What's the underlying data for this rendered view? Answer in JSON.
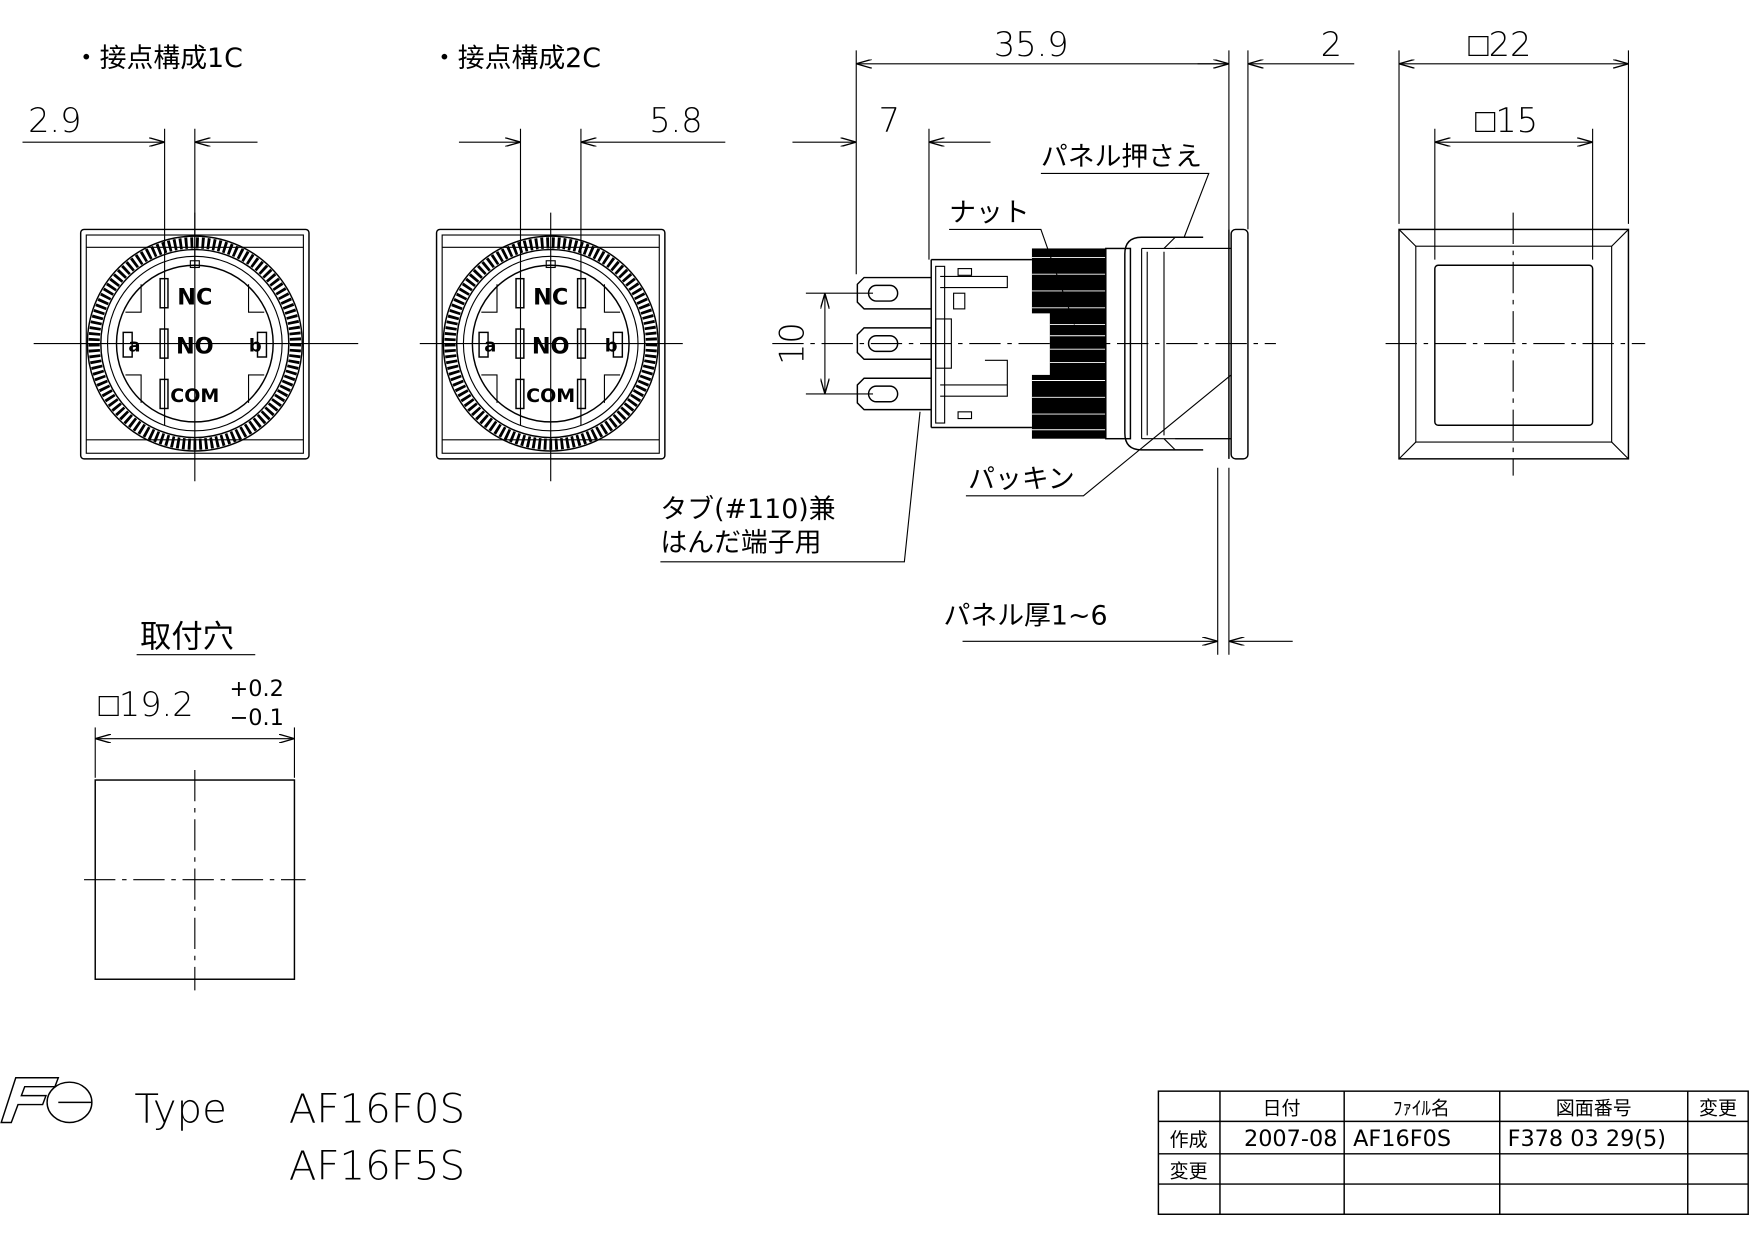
{
  "views": {
    "front_1c": {
      "title": "・接点構成1C",
      "dim": "2.9",
      "labels": {
        "nc": "NC",
        "no": "NO",
        "com": "COM",
        "a": "a",
        "b": "b"
      }
    },
    "front_2c": {
      "title": "・接点構成2C",
      "dim": "5.8",
      "labels": {
        "nc": "NC",
        "no": "NO",
        "com": "COM",
        "a": "a",
        "b": "b"
      }
    },
    "side": {
      "dim_length": "35.9",
      "dim_flange": "2",
      "dim_terminal": "7",
      "dim_pitch": "10",
      "callouts": {
        "panel_holder": "パネル押さえ",
        "nut": "ナット",
        "packing": "パッキン",
        "tab_line1": "タブ(#110)兼",
        "tab_line2": "はんだ端子用",
        "panel_thickness": "パネル厚1~6"
      }
    },
    "rear": {
      "dim_outer": "□22",
      "dim_inner": "□15"
    },
    "mounting_hole": {
      "title": "取付穴",
      "size": "□19.2",
      "tol_plus": "+0.2",
      "tol_minus": "−0.1"
    }
  },
  "logo": {
    "text": "Fe"
  },
  "type_label": "Type",
  "models": [
    "AF16F0S",
    "AF16F5S"
  ],
  "title_block": {
    "headers": [
      "",
      "日付",
      "ﾌｧｲﾙ名",
      "図面番号",
      "変更"
    ],
    "rows": [
      [
        "作成",
        "2007-08",
        "AF16F0S",
        "F378 03 29(5)",
        ""
      ],
      [
        "変更",
        "",
        "",
        "",
        ""
      ],
      [
        "",
        "",
        "",
        "",
        ""
      ]
    ]
  }
}
